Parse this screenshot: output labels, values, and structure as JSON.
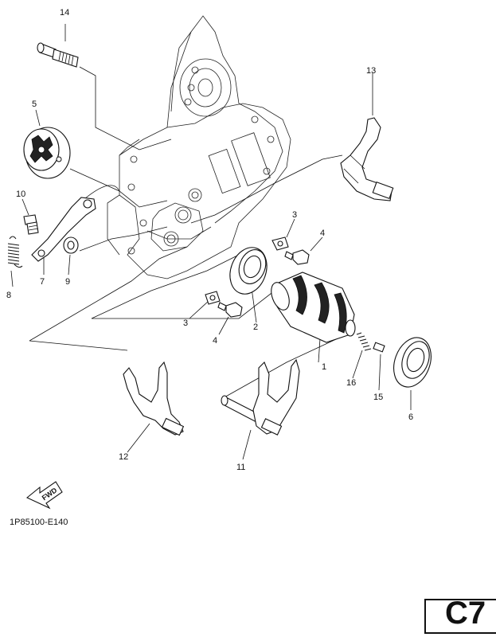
{
  "diagram": {
    "part_code": "1P85100-E140",
    "page_badge": "C7",
    "fwd_label": "FWD",
    "callouts": [
      {
        "id": "1",
        "label": "1"
      },
      {
        "id": "2",
        "label": "2"
      },
      {
        "id": "3a",
        "label": "3"
      },
      {
        "id": "3b",
        "label": "3"
      },
      {
        "id": "4a",
        "label": "4"
      },
      {
        "id": "4b",
        "label": "4"
      },
      {
        "id": "5",
        "label": "5"
      },
      {
        "id": "6",
        "label": "6"
      },
      {
        "id": "7",
        "label": "7"
      },
      {
        "id": "8",
        "label": "8"
      },
      {
        "id": "9",
        "label": "9"
      },
      {
        "id": "10",
        "label": "10"
      },
      {
        "id": "11",
        "label": "11"
      },
      {
        "id": "12",
        "label": "12"
      },
      {
        "id": "13",
        "label": "13"
      },
      {
        "id": "14",
        "label": "14"
      },
      {
        "id": "15",
        "label": "15"
      },
      {
        "id": "16",
        "label": "16"
      }
    ]
  }
}
